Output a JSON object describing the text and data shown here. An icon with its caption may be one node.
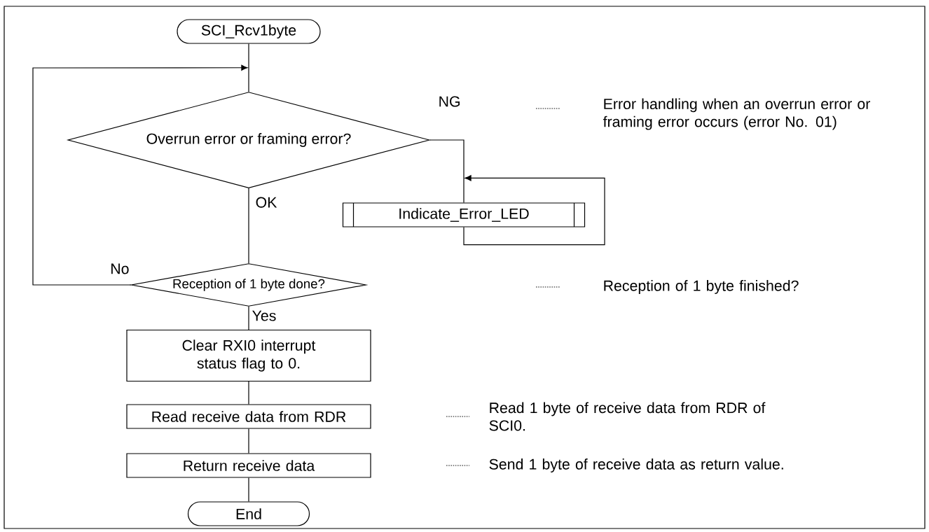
{
  "diagram": {
    "nodes": [
      {
        "text": [
          "SCI_Rcv1byte"
        ]
      },
      {
        "text": [
          "Overrun error or framing error?"
        ]
      },
      {
        "text": [
          "Indicate_Error_LED"
        ]
      },
      {
        "text": [
          "Reception of 1 byte done?"
        ]
      },
      {
        "text": [
          "Clear RXI0 interrupt status flag to 0."
        ]
      },
      {
        "text": [
          "Read receive data from RDR"
        ]
      },
      {
        "text": [
          "Return receive data"
        ]
      },
      {
        "text": [
          "End"
        ]
      }
    ],
    "edges": [
      {
        "from": 0,
        "to": 1,
        "arrow": "none"
      },
      {
        "from": 1,
        "to": 2,
        "arrow": "none",
        "label": "NG"
      },
      {
        "from": 2,
        "to": 2,
        "arrow": "to"
      },
      {
        "from": 1,
        "to": 3,
        "arrow": "none",
        "label": "OK"
      },
      {
        "from": 3,
        "to": 1,
        "arrow": "to",
        "label": "No"
      },
      {
        "from": 3,
        "to": 4,
        "arrow": "none",
        "label": "Yes"
      },
      {
        "from": 4,
        "to": 5,
        "arrow": "none"
      },
      {
        "from": 5,
        "to": 6,
        "arrow": "none"
      },
      {
        "from": 6,
        "to": 7,
        "arrow": "none"
      }
    ],
    "labels": [
      "Error handling when an overrun error or framing error occurs (error No. 01)",
      "Reception of 1 byte finished?",
      "Read 1 byte of receive data from RDR of SCI0.",
      "Send 1 byte of receive data as return value."
    ]
  }
}
